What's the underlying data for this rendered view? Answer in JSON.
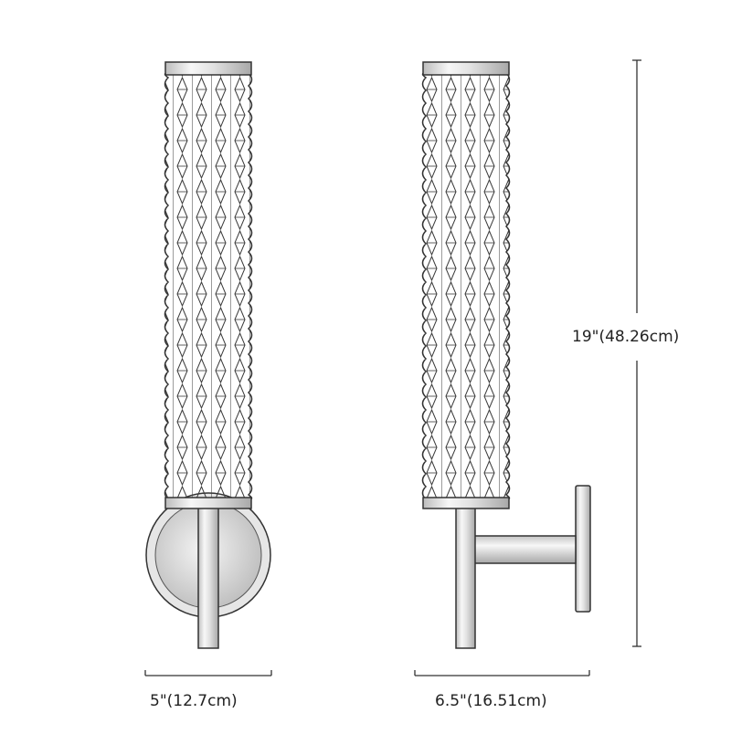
{
  "dimensions": {
    "front_width": "5\"(12.7cm)",
    "side_width": "6.5\"(16.51cm)",
    "height": "19\"(48.26cm)"
  },
  "colors": {
    "line": "#333333",
    "metal_light": "#f2f2f2",
    "metal_mid": "#c9c9c9",
    "metal_dark": "#9a9a9a",
    "background": "#ffffff"
  }
}
